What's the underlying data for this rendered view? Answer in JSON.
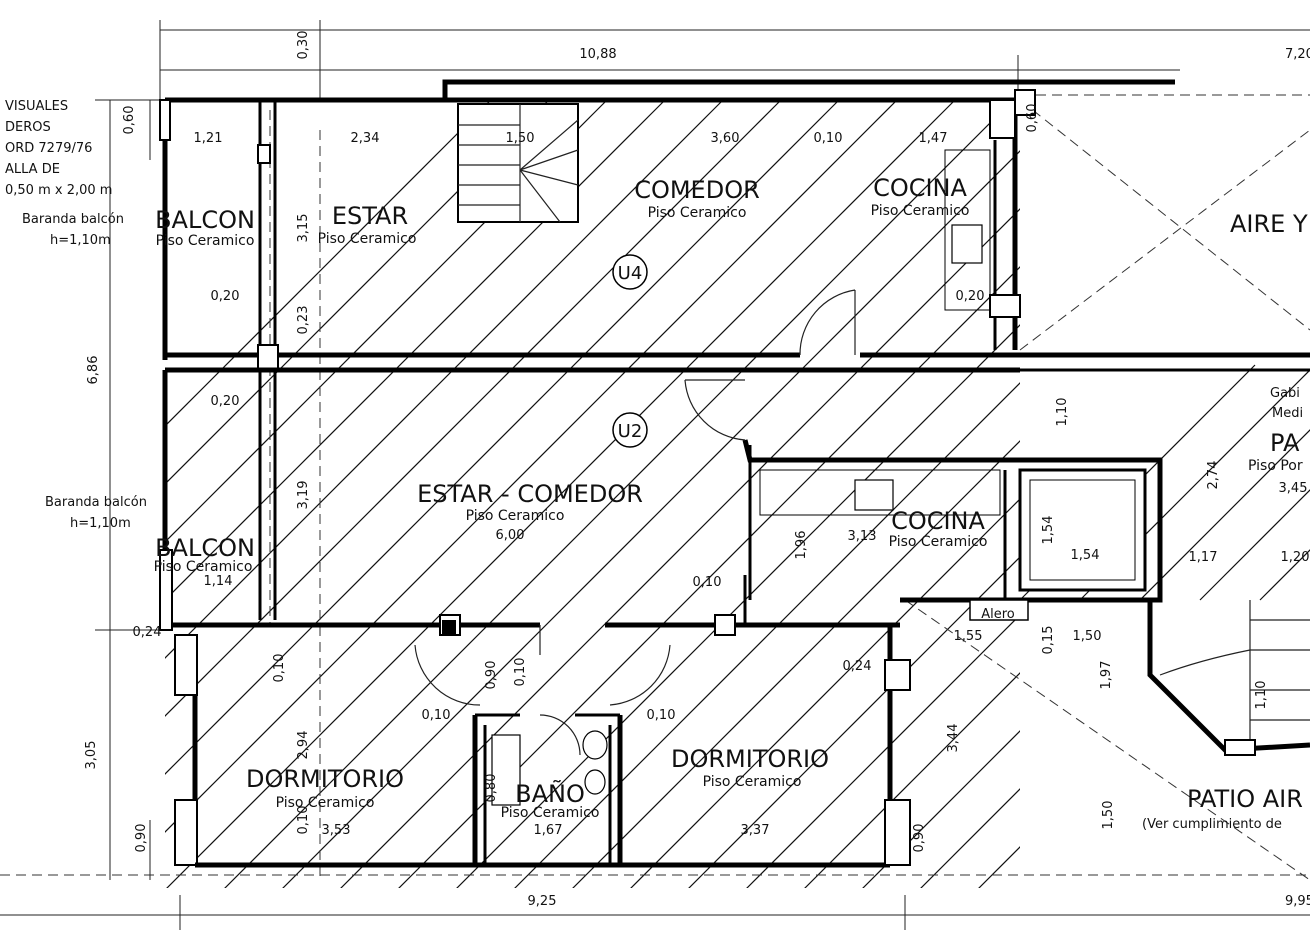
{
  "units": {
    "upper": "U4",
    "lower": "U2"
  },
  "rooms": {
    "balcon_top": "BALCON",
    "estar_top": "ESTAR",
    "comedor_top": "COMEDOR",
    "cocina_top": "COCINA",
    "aire_y": "AIRE Y",
    "balcon_mid": "BALCON",
    "estar_comedor": "ESTAR - COMEDOR",
    "cocina_mid": "COCINA",
    "patio_right": "PA",
    "dormitorio_left": "DORMITORIO",
    "bano": "BAÑO",
    "dormitorio_right": "DORMITORIO",
    "patio_aire": "PATIO AIR",
    "alero": "Alero"
  },
  "floor_labels": {
    "balcon_top": "Piso Ceramico",
    "estar_top": "Piso Ceramico",
    "comedor_top": "Piso Ceramico",
    "cocina_top": "Piso Ceramico",
    "balcon_mid": "Piso Ceramico",
    "estar_comedor": "Piso Ceramico",
    "cocina_mid": "Piso Ceramico",
    "patio_right": "Piso Por",
    "dormitorio_left": "Piso Ceramico",
    "bano": "Piso Ceramico",
    "dormitorio_right": "Piso Ceramico"
  },
  "notes": {
    "visuales_1": "VISUALES",
    "visuales_2": "DEROS",
    "visuales_3": "ORD 7279/76",
    "visuales_4": "ALLA DE",
    "visuales_5": "0,50 m x 2,00 m",
    "baranda_top_1": "Baranda balcón",
    "baranda_top_2": "h=1,10m",
    "baranda_mid_1": "Baranda balcón",
    "baranda_mid_2": "h=1,10m",
    "gabinete_1": "Gabi",
    "gabinete_2": "Medi",
    "patio_aire_note": "(Ver cumplimiento de"
  },
  "dims": {
    "d_030": "0,30",
    "d_1088": "10,88",
    "d_720": "7,20",
    "d_060a": "0,60",
    "d_121": "1,21",
    "d_234": "2,34",
    "d_150a": "1,50",
    "d_360": "3,60",
    "d_010a": "0,10",
    "d_147": "1,47",
    "d_060b": "0,60",
    "d_315": "3,15",
    "d_020a": "0,20",
    "d_023": "0,23",
    "d_020b": "0,20",
    "d_686": "6,86",
    "d_020c": "0,20",
    "d_110a": "1,10",
    "d_274": "2,74",
    "d_345": "3,45",
    "d_319": "3,19",
    "d_600": "6,00",
    "d_196": "1,96",
    "d_313": "3,13",
    "d_154a": "1,54",
    "d_154b": "1,54",
    "d_117": "1,17",
    "d_120": "1,20",
    "d_114": "1,14",
    "d_010b": "0,10",
    "d_024a": "0,24",
    "d_155": "1,55",
    "d_015": "0,15",
    "d_150b": "1,50",
    "d_010c": "0,10",
    "d_090a": "0,90",
    "d_010d": "0,10",
    "d_024b": "0,24",
    "d_197": "1,97",
    "d_110b": "1,10",
    "d_010e": "0,10",
    "d_010f": "0,10",
    "d_305": "3,05",
    "d_294": "2,94",
    "d_344": "3,44",
    "d_080": "0,80",
    "d_010g": "0,10",
    "d_353": "3,53",
    "d_167": "1,67",
    "d_337": "3,37",
    "d_150c": "1,50",
    "d_090b": "0,90",
    "d_090c": "0,90",
    "d_925": "9,25",
    "d_995": "9,95"
  }
}
